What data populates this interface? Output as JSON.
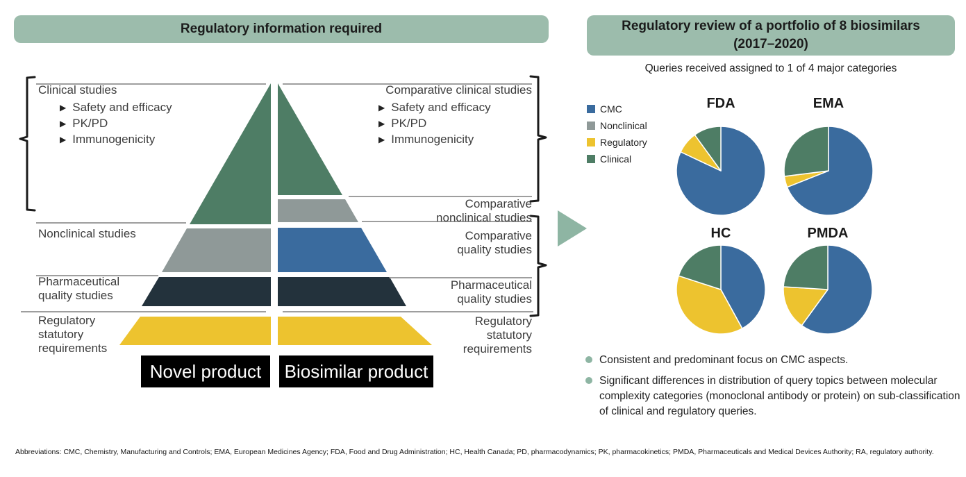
{
  "left_panel": {
    "header": "Regulatory information required",
    "novel_label": "Novel product",
    "biosimilar_label": "Biosimilar product",
    "bullet_glyph": "▶",
    "left_labels": {
      "clinical_title": "Clinical studies",
      "clinical_bullets": [
        "Safety and efficacy",
        "PK/PD",
        "Immunogenicity"
      ],
      "nonclinical": "Nonclinical studies",
      "pharmaceutical": "Pharmaceutical\nquality studies",
      "regulatory": "Regulatory\nstatutory\nrequirements"
    },
    "right_labels": {
      "clinical_title": "Comparative clinical studies",
      "clinical_bullets": [
        "Safety and efficacy",
        "PK/PD",
        "Immunogenicity"
      ],
      "nonclinical": "Comparative\nnonclinical studies",
      "quality": "Comparative\nquality studies",
      "pharmaceutical": "Pharmaceutical\nquality studies",
      "regulatory": "Regulatory\nstatutory\nrequirements"
    }
  },
  "right_panel": {
    "header": "Regulatory review of a portfolio of 8 biosimilars\n(2017–2020)",
    "subtitle": "Queries received assigned to 1 of 4 major categories",
    "takeaways": [
      "Consistent and predominant focus on CMC aspects.",
      "Significant differences in distribution of query topics between molecular complexity categories (monoclonal antibody or protein) on sub-classification of clinical and regulatory queries."
    ]
  },
  "footer": {
    "abbreviations": "Abbreviations: CMC, Chemistry, Manufacturing and Controls; EMA, European Medicines Agency; FDA, Food and Drug Administration; HC, Health Canada; PD, pharmacodynamics; PK, pharmacokinetics; PMDA, Pharmaceuticals and Medical Devices Authority; RA, regulatory authority."
  },
  "colors": {
    "header_sage": "#9cbcac",
    "arrow_sage": "#8eb5a3",
    "cmc_blue": "#3a6b9e",
    "nonclinical_gray": "#8f9998",
    "regulatory_yellow": "#edc32f",
    "clinical_green": "#4e7d65",
    "quality_navy": "#23323c"
  },
  "chart_data": {
    "type": "pie",
    "title": "Queries received assigned to 1 of 4 major categories",
    "legend": [
      "CMC",
      "Nonclinical",
      "Regulatory",
      "Clinical"
    ],
    "legend_position": "left",
    "start_angle": "12 o'clock, clockwise",
    "units": "percent of queries",
    "charts": [
      {
        "name": "FDA",
        "values": {
          "CMC": 82,
          "Nonclinical": 0,
          "Regulatory": 8,
          "Clinical": 10
        }
      },
      {
        "name": "EMA",
        "values": {
          "CMC": 69,
          "Nonclinical": 0,
          "Regulatory": 4,
          "Clinical": 27
        }
      },
      {
        "name": "HC",
        "values": {
          "CMC": 42,
          "Nonclinical": 0,
          "Regulatory": 38,
          "Clinical": 20
        }
      },
      {
        "name": "PMDA",
        "values": {
          "CMC": 60,
          "Nonclinical": 0,
          "Regulatory": 16,
          "Clinical": 24
        }
      }
    ]
  }
}
